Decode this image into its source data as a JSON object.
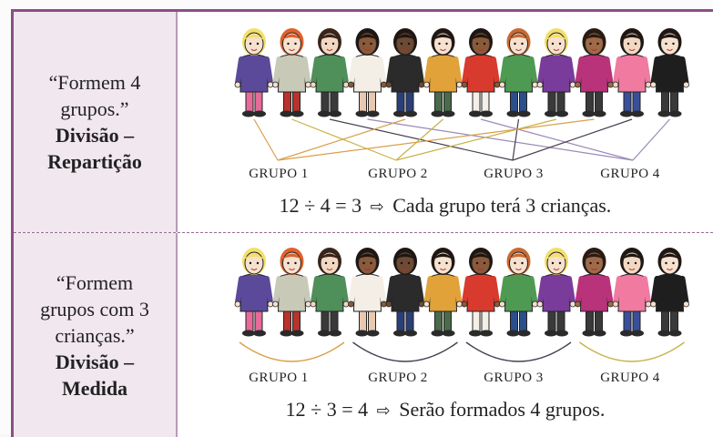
{
  "rows": [
    {
      "quote": [
        "“Formem 4",
        "grupos.”"
      ],
      "kind": [
        "Divisão –",
        "Repartição"
      ],
      "groups": [
        "GRUPO 1",
        "GRUPO 2",
        "GRUPO 3",
        "GRUPO 4"
      ],
      "equation": "12 ÷ 4 = 3",
      "arrow_icon": "hollow-right-arrow-icon",
      "result": "Cada grupo terá 3 crianças.",
      "connector_style": "crossing-lines"
    },
    {
      "quote": [
        "“Formem",
        "grupos com 3",
        "crianças.”"
      ],
      "kind": [
        "Divisão –",
        "Medida"
      ],
      "groups": [
        "GRUPO 1",
        "GRUPO 2",
        "GRUPO 3",
        "GRUPO 4"
      ],
      "equation": "12 ÷ 3 = 4",
      "arrow_icon": "hollow-right-arrow-icon",
      "result": "Serão formados 4 grupos.",
      "connector_style": "arcs"
    }
  ],
  "children_count": 12,
  "colors": {
    "border": "#8a4f86",
    "label_bg": "#f1e7ef",
    "group_lines": [
      "#d9a04a",
      "#c9b24a",
      "#4a4050",
      "#9a8ab8"
    ]
  },
  "kids": [
    {
      "hair": "#f2e06a",
      "skin": "#f6e1cf",
      "shirt": "#5b4a9a",
      "pants": "#e66a9a"
    },
    {
      "hair": "#e0602c",
      "skin": "#f6e1cf",
      "shirt": "#c9c9b8",
      "pants": "#b8332c"
    },
    {
      "hair": "#3b2418",
      "skin": "#f2d8c2",
      "shirt": "#4f8f5a",
      "pants": "#3a3a3a"
    },
    {
      "hair": "#1f1612",
      "skin": "#8a5a3a",
      "shirt": "#f4efe6",
      "pants": "#e8c8b0"
    },
    {
      "hair": "#1f1612",
      "skin": "#6d4a33",
      "shirt": "#2b2b2b",
      "pants": "#2a3f78"
    },
    {
      "hair": "#1f1612",
      "skin": "#f6e1cf",
      "shirt": "#e1a23a",
      "pants": "#4a6a4a"
    },
    {
      "hair": "#1f1612",
      "skin": "#8a5a3a",
      "shirt": "#d83a2e",
      "pants": "#f4efe6"
    },
    {
      "hair": "#c86a32",
      "skin": "#f6e1cf",
      "shirt": "#4f9a52",
      "pants": "#2a4f8a"
    },
    {
      "hair": "#f2e06a",
      "skin": "#f6e1cf",
      "shirt": "#7a3c9a",
      "pants": "#3a3a3a"
    },
    {
      "hair": "#2a1a12",
      "skin": "#a06a48",
      "shirt": "#b8337a",
      "pants": "#3a3a3a"
    },
    {
      "hair": "#1f1612",
      "skin": "#f2d8c2",
      "shirt": "#f07aa0",
      "pants": "#3a4f9a"
    },
    {
      "hair": "#1f1612",
      "skin": "#f6e1cf",
      "shirt": "#1e1e1e",
      "pants": "#3a3a3a"
    }
  ]
}
